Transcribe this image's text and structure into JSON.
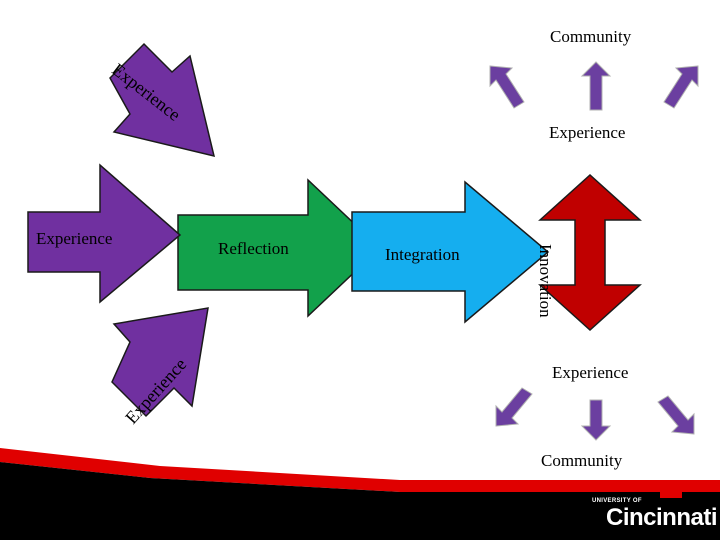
{
  "labels": {
    "community_top": "Community",
    "community_bottom": "Community",
    "experience_left": "Experience",
    "experience_top_left": "Experience",
    "experience_bottom_left": "Experience",
    "experience_right_top": "Experience",
    "experience_right_bottom": "Experience",
    "reflection": "Reflection",
    "integration": "Integration",
    "innovation": "Innovation"
  },
  "colors": {
    "purple": "#7030a0",
    "green": "#12a14b",
    "blue": "#15aeef",
    "red": "#c00000",
    "small_arrow": "#6b3fa0",
    "footer_red": "#e00000",
    "footer_black": "#000000"
  },
  "logo": {
    "small_text": "UNIVERSITY OF",
    "big_text": "Cincinnati"
  }
}
